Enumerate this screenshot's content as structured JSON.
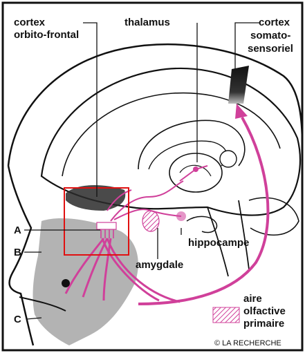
{
  "labels": {
    "cortex_orbito_line1": "cortex",
    "cortex_orbito_line2": "orbito-frontal",
    "thalamus": "thalamus",
    "cortex_somato_line1": "cortex",
    "cortex_somato_line2": "somato-",
    "cortex_somato_line3": "sensoriel",
    "marker_a": "A",
    "marker_b": "B",
    "marker_c": "C",
    "hippocampe": "hippocampe",
    "amygdale": "amygdale",
    "legend_line1": "aire",
    "legend_line2": "olfactive",
    "legend_line3": "primaire",
    "credit": "© LA RECHERCHE"
  },
  "colors": {
    "pathway": "#d0409a",
    "outline": "#111111",
    "shading": "#9a9a9a",
    "highlight_box": "#e01010",
    "cortex_dark": "#2a2a2a"
  }
}
